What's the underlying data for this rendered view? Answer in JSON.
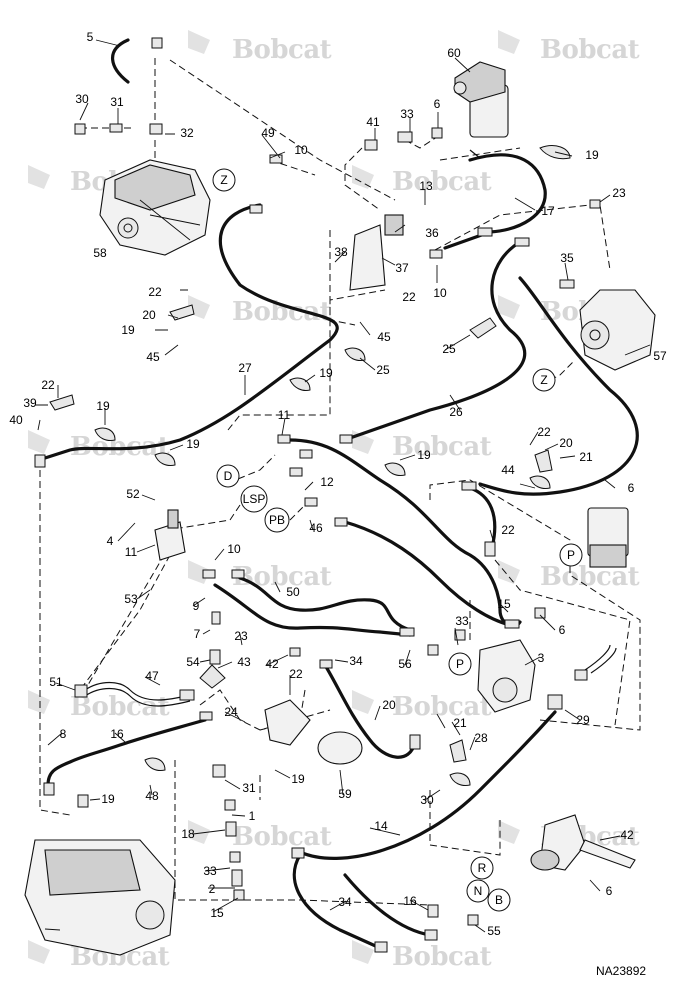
{
  "watermark": {
    "brand": "Bobcat"
  },
  "figure_id": "NA23892",
  "reference_circles": [
    "Z",
    "Z",
    "D",
    "LSP",
    "PB",
    "P",
    "P",
    "R",
    "N",
    "B"
  ],
  "callouts": [
    "5",
    "60",
    "30",
    "31",
    "32",
    "41",
    "33",
    "6",
    "49",
    "10",
    "19",
    "13",
    "17",
    "23",
    "58",
    "38",
    "36",
    "37",
    "10",
    "35",
    "22",
    "22",
    "20",
    "19",
    "45",
    "45",
    "25",
    "25",
    "57",
    "27",
    "19",
    "26",
    "22",
    "39",
    "40",
    "19",
    "11",
    "19",
    "22",
    "20",
    "19",
    "21",
    "44",
    "6",
    "52",
    "12",
    "4",
    "11",
    "10",
    "46",
    "22",
    "53",
    "9",
    "50",
    "15",
    "6",
    "7",
    "23",
    "33",
    "54",
    "43",
    "42",
    "34",
    "56",
    "3",
    "51",
    "47",
    "22",
    "24",
    "20",
    "21",
    "28",
    "8",
    "16",
    "19",
    "48",
    "59",
    "29",
    "19",
    "30",
    "31",
    "1",
    "18",
    "14",
    "42",
    "33",
    "2",
    "34",
    "16",
    "6",
    "15",
    "55"
  ]
}
